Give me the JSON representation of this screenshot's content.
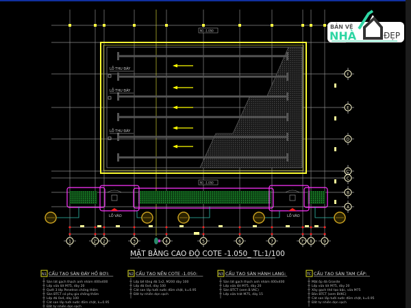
{
  "colors": {
    "background": "#000000",
    "grid": "#8c8c8c",
    "pool_outline": "#ffff33",
    "hatch": "#1a8c2a",
    "magenta": "#ff33ff",
    "teal": "#33c0b0",
    "arrow": "#ffff00",
    "red_marker": "#ff2020"
  },
  "logo": {
    "line1": "BẢN VẼ",
    "line2": "NHÀ",
    "line3": "ĐẸP",
    "accent": "#2fd6a4"
  },
  "plan": {
    "drain_labels": [
      "LỖ THU ĐÁY",
      "LỖ THU ĐÁY",
      "LỖ THU ĐÁY"
    ],
    "inlet_labels": [
      "LỖ VÀO",
      "LỖ VÀO"
    ],
    "level_tags": [
      "N1 -1.050",
      "N1 -1.050"
    ],
    "column_axes": [
      "1",
      "2'",
      "2",
      "3",
      "4",
      "5",
      "6",
      "7",
      "7'",
      "8",
      "9"
    ],
    "row_axes": [
      "F",
      "E",
      "D",
      "C'",
      "C",
      "B",
      "A"
    ],
    "title": "MẶT BẰNG CAO ĐỘ COTE -1.050_ TL:1/100"
  },
  "notes": [
    {
      "tag": "N1",
      "title": "CẤU TẠO SÀN ĐÁY HỒ BƠI:",
      "lines": [
        "Sàn lát gạch thạch anh nhám 400x400",
        "Lớp vữa lót M75, dày 20",
        "Quét 3 lớp Penetron chống thấm",
        "Sàn BTCT có phụ gia chống thấm",
        "Lớp đá 0x4, dày 100",
        "Cát san lấp tưới nước đầm chặt, k=0.95",
        "Đất tự nhiên dọn sạch"
      ]
    },
    {
      "tag": "N2",
      "title": "CẤU TẠO NỀN COTE -1.050:",
      "lines": [
        "Lớp bê tông đá 1x2, M200 dày 100",
        "Lớp đá 0x4, dày 100",
        "Cát san lấp tưới nước đầm chặt, k=0.95",
        "Đất tự nhiên dọn sạch"
      ]
    },
    {
      "tag": "N3",
      "title": "CẤU TẠO SÀN HÀNH LANG:",
      "lines": [
        "Sàn lát gạch thạch anh nhám 400x400",
        "Lớp vữa lót M75, dày 20",
        "Sàn BTCT (xem B.VKC)",
        "Lớp vữa trát M75, dày 15"
      ]
    },
    {
      "tag": "TC",
      "title": "CẤU TẠO SÀN TAM CẤP:",
      "lines": [
        "Mặt ốp đá Granite",
        "Lớp vữa lót M75, dày 20",
        "Xây gạch thẻ tạo bậc, vữa M75",
        "Bản BTCT (xem BVKC)",
        "Cát san lấp tưới nước đầm chặt, k=0.95",
        "Đất tự nhiên dọn sạch"
      ]
    }
  ]
}
